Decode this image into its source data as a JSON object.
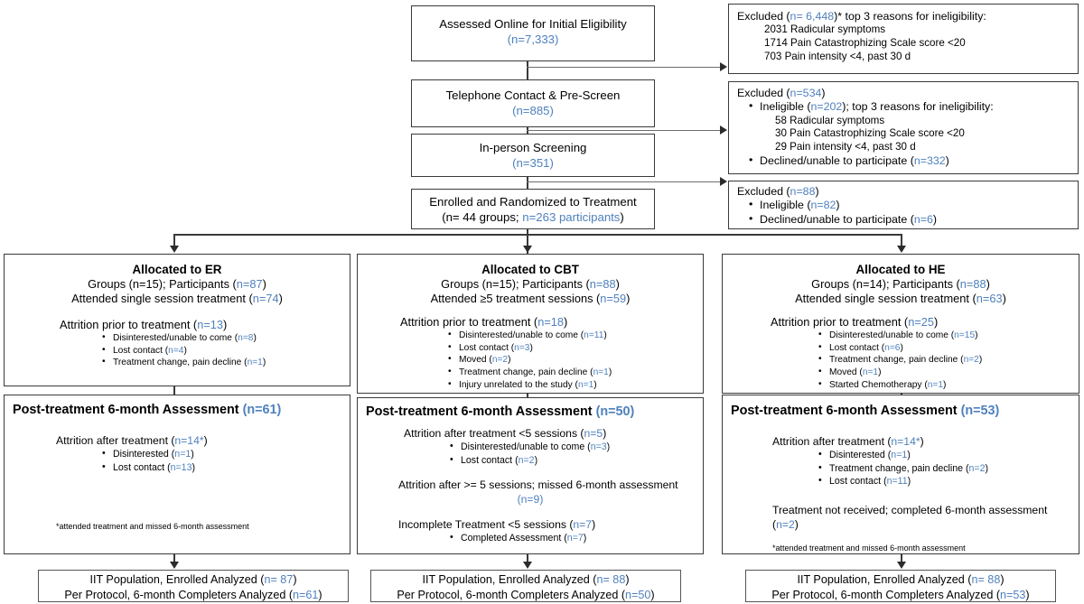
{
  "colors": {
    "accent_blue": "#4f81bd",
    "line": "#3a3a3a",
    "text": "#000000"
  },
  "flow": {
    "assessed": {
      "title": "Assessed Online for Initial Eligibility",
      "n": "(n=7,333)"
    },
    "telephone": {
      "title": "Telephone Contact & Pre-Screen",
      "n": "(n=885)"
    },
    "inperson": {
      "title": "In-person Screening",
      "n": "(n=351)"
    },
    "randomized": {
      "title": "Enrolled and Randomized to Treatment",
      "line2_pre": "(n= 44 groups; ",
      "line2_blue": "n=263 participants",
      "line2_post": ")"
    }
  },
  "excluded": {
    "e1": {
      "head_pre": "Excluded  (",
      "head_blue": "n= 6,448",
      "head_post": ")* top 3 reasons for ineligibility:",
      "reasons": [
        "2031 Radicular symptoms",
        "1714 Pain Catastrophizing Scale score <20",
        "703 Pain intensity <4, past 30 d"
      ]
    },
    "e2": {
      "head_pre": "Excluded  (",
      "head_blue": "n=534",
      "head_post": ")",
      "b1_pre": "Ineligible  (",
      "b1_blue": "n=202",
      "b1_post": "); top 3 reasons for ineligibility:",
      "reasons": [
        "58 Radicular symptoms",
        "30 Pain Catastrophizing Scale score <20",
        "29 Pain intensity <4, past 30 d"
      ],
      "b2_pre": "Declined/unable  to participate (",
      "b2_blue": "n=332",
      "b2_post": ")"
    },
    "e3": {
      "head_pre": "Excluded  (",
      "head_blue": "n=88",
      "head_post": ")",
      "b1_pre": "Ineligible  (",
      "b1_blue": "n=82",
      "b1_post": ")",
      "b2_pre": "Declined/unable  to participate (",
      "b2_blue": "n=6",
      "b2_post": ")"
    }
  },
  "arms": [
    {
      "id": "er",
      "alloc_title": "Allocated to ER",
      "groups_pre": "Groups (n=15); Participants (",
      "groups_blue": "n=87",
      "groups_post": ")",
      "attended_pre": "Attended  single session treatment (",
      "attended_blue": "n=74",
      "attended_post": ")",
      "attrition_pre": "Attrition prior to treatment (",
      "attrition_blue": "n=13",
      "attrition_post": ")",
      "attrition_items": [
        {
          "label": "Disinterested/unable  to come (",
          "n": "n=8",
          "post": ")"
        },
        {
          "label": "Lost contact (",
          "n": "n=4",
          "post": ")"
        },
        {
          "label": "Treatment  change, pain decline (",
          "n": "n=1",
          "post": ")"
        }
      ],
      "post_title_pre": "Post-treatment 6-month Assessment ",
      "post_title_blue": "(n=61)",
      "post_blocks": [
        {
          "head_pre": "Attrition after treatment  (",
          "head_blue": "n=14*",
          "head_post": ")",
          "items": [
            {
              "label": "Disinterested (",
              "n": "n=1",
              "post": ")"
            },
            {
              "label": "Lost contact (",
              "n": "n=13",
              "post": ")"
            }
          ]
        }
      ],
      "post_note": "*attended treatment and missed 6-month assessment",
      "iit_pre": "IIT Population, Enrolled Analyzed (",
      "iit_blue": "n= 87",
      "iit_post": ")",
      "pp_pre": "Per Protocol, 6-month Completers Analyzed (",
      "pp_blue": "n=61",
      "pp_post": ")"
    },
    {
      "id": "cbt",
      "alloc_title": "Allocated to CBT",
      "groups_pre": "Groups (n=15); Participants (",
      "groups_blue": "n=88",
      "groups_post": ")",
      "attended_pre": "Attended ≥5 treatment sessions (",
      "attended_blue": "n=59",
      "attended_post": ")",
      "attrition_pre": "Attrition prior to treatment (",
      "attrition_blue": "n=18",
      "attrition_post": ")",
      "attrition_items": [
        {
          "label": "Disinterested/unable  to come (",
          "n": "n=11",
          "post": ")"
        },
        {
          "label": "Lost contact (",
          "n": "n=3",
          "post": ")"
        },
        {
          "label": "Moved  (",
          "n": "n=2",
          "post": ")"
        },
        {
          "label": "Treatment  change, pain decline (",
          "n": "n=1",
          "post": ")"
        },
        {
          "label": "Injury unrelated  to the study (",
          "n": "n=1",
          "post": ")"
        }
      ],
      "post_title_pre": "Post-treatment 6-month Assessment ",
      "post_title_blue": "(n=50)",
      "post_blocks": [
        {
          "head_pre": "Attrition after treatment <5 sessions (",
          "head_blue": "n=5",
          "head_post": ")",
          "items": [
            {
              "label": "Disinterested/unable to come (",
              "n": "n=3",
              "post": ")"
            },
            {
              "label": "Lost contact (",
              "n": "n=2",
              "post": ")"
            }
          ]
        },
        {
          "head_pre": "Attrition after >= 5 sessions; missed 6-month assessment",
          "head_blue": "(n=9)",
          "head_post": "",
          "center_n": true,
          "items": []
        },
        {
          "head_pre": "Incomplete Treatment <5 sessions (",
          "head_blue": "n=7",
          "head_post": ")",
          "items": [
            {
              "label": "Completed Assessment (",
              "n": "n=7",
              "post": ")"
            }
          ]
        }
      ],
      "post_note": "",
      "iit_pre": "IIT Population, Enrolled Analyzed (",
      "iit_blue": "n= 88",
      "iit_post": ")",
      "pp_pre": "Per Protocol, 6-month Completers Analyzed (",
      "pp_blue": "n=50",
      "pp_post": ")"
    },
    {
      "id": "he",
      "alloc_title": "Allocated to HE",
      "groups_pre": "Groups (n=14); Participants (",
      "groups_blue": "n=88",
      "groups_post": ")",
      "attended_pre": "Attended  single session treatment (",
      "attended_blue": "n=63",
      "attended_post": ")",
      "attrition_pre": "Attrition prior to treatment (",
      "attrition_blue": "n=25",
      "attrition_post": ")",
      "attrition_items": [
        {
          "label": "Disinterested/unable  to come (",
          "n": "n=15",
          "post": ")"
        },
        {
          "label": "Lost contact (",
          "n": "n=6",
          "post": ")"
        },
        {
          "label": "Treatment  change, pain decline (",
          "n": "n=2",
          "post": ")"
        },
        {
          "label": "Moved  (",
          "n": "n=1",
          "post": ")"
        },
        {
          "label": "Started Chemotherapy (",
          "n": "n=1",
          "post": ")"
        }
      ],
      "post_title_pre": "Post-treatment 6-month Assessment ",
      "post_title_blue": "(n=53)",
      "post_blocks": [
        {
          "head_pre": "Attrition after treatment (",
          "head_blue": "n=14*",
          "head_post": ")",
          "items": [
            {
              "label": "Disinterested (",
              "n": "n=1",
              "post": ")"
            },
            {
              "label": "Treatment change, pain decline (",
              "n": "n=2",
              "post": ")"
            },
            {
              "label": "Lost contact (",
              "n": "n=11",
              "post": ")"
            }
          ]
        },
        {
          "head_pre": "Treatment not received; completed 6-month assessment (",
          "head_blue": "n=2",
          "head_post": ")",
          "items": []
        }
      ],
      "post_note": "*attended treatment and missed 6-month assessment",
      "iit_pre": "IIT Population, Enrolled Analyzed (",
      "iit_blue": "n= 88",
      "iit_post": ")",
      "pp_pre": "Per Protocol, 6-month Completers Analyzed (",
      "pp_blue": "n=53",
      "pp_post": ")"
    }
  ]
}
